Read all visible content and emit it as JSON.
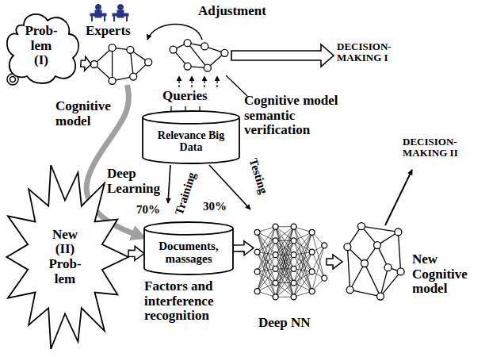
{
  "diagram": {
    "nodes": [
      {
        "text": [
          "Prob- lem (I)"
        ]
      },
      {
        "text": [
          "Cognitive model"
        ]
      },
      {
        "text": [
          "Relevance Big Data"
        ]
      },
      {
        "text": [
          "New (II) Prob- lem"
        ]
      },
      {
        "text": [
          "Documents, massages"
        ]
      },
      {
        "text": [
          "Deep NN"
        ]
      },
      {
        "text": [
          "New Cognitive model"
        ]
      }
    ],
    "edges": [
      {
        "from": 0,
        "to": 1,
        "arrow": "to"
      },
      {
        "from": 1,
        "to": 4,
        "arrow": "to"
      },
      {
        "from": 3,
        "to": 4,
        "arrow": "to"
      },
      {
        "from": 4,
        "to": 5,
        "arrow": "to"
      },
      {
        "from": 5,
        "to": 6,
        "arrow": "to"
      }
    ],
    "labels": [
      "Experts",
      "Adjustment",
      "DECISION-MAKING I",
      "Queries",
      "Cognitive model semantic verification",
      "Deep Learning",
      "70%",
      "30%",
      "Training",
      "Testing",
      "Factors and interference recognition",
      "DECISION-MAKING II"
    ]
  }
}
